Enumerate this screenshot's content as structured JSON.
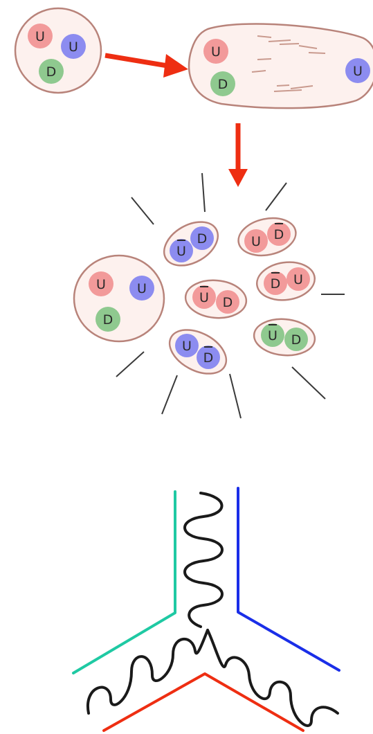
{
  "colors": {
    "red_quark": "#f29a9a",
    "blue_quark": "#8c8cf0",
    "green_quark": "#8fc98f",
    "membrane_fill": "#fdf1ee",
    "membrane_stroke": "#b8837a",
    "arrow": "#ee2e12",
    "ray": "#3a3a3a",
    "gluon": "#1a1a1a",
    "line_cyan": "#1fc9a3",
    "line_blue": "#1a2ee8",
    "line_red": "#ee2e12"
  },
  "proton": {
    "quarks": [
      {
        "label": "U",
        "color": "red"
      },
      {
        "label": "U",
        "color": "blue"
      },
      {
        "label": "D",
        "color": "green"
      }
    ]
  },
  "stretched": {
    "quarks": [
      {
        "label": "U",
        "color": "red"
      },
      {
        "label": "D",
        "color": "green"
      },
      {
        "label": "U",
        "color": "blue"
      }
    ]
  },
  "hadronization": {
    "proton_quarks": [
      {
        "label": "U",
        "color": "red"
      },
      {
        "label": "U",
        "color": "blue"
      },
      {
        "label": "D",
        "color": "green"
      }
    ],
    "mesons": [
      {
        "a": "U",
        "a_bar": true,
        "b": "D",
        "b_bar": false,
        "color": "blue"
      },
      {
        "a": "U",
        "a_bar": false,
        "b": "D",
        "b_bar": true,
        "color": "red"
      },
      {
        "a": "U",
        "a_bar": true,
        "b": "D",
        "b_bar": false,
        "color": "red"
      },
      {
        "a": "D",
        "a_bar": true,
        "b": "U",
        "b_bar": false,
        "color": "red"
      },
      {
        "a": "U",
        "a_bar": false,
        "b": "D",
        "b_bar": true,
        "color": "blue"
      },
      {
        "a": "U",
        "a_bar": true,
        "b": "D",
        "b_bar": false,
        "color": "green"
      }
    ]
  },
  "junction": {
    "lines": [
      "cyan",
      "blue",
      "red"
    ],
    "gluons": 3
  }
}
